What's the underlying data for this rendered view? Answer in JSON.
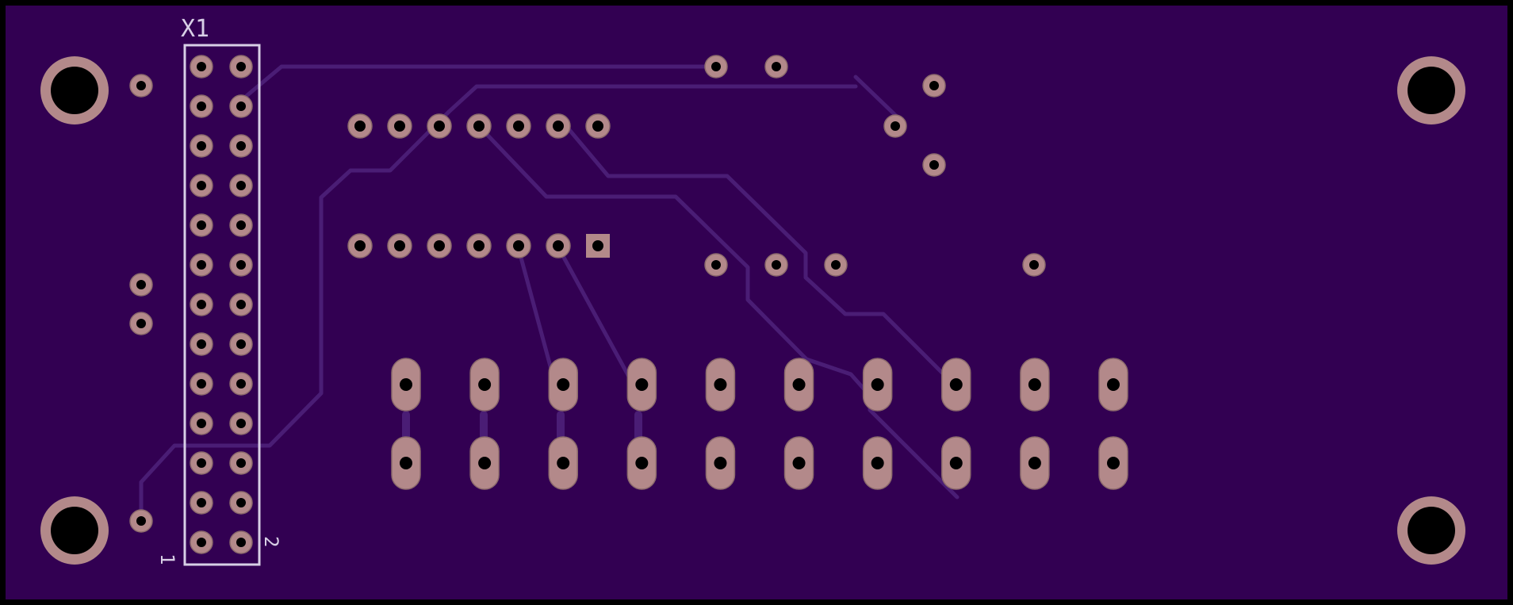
{
  "board": {
    "colors": {
      "outline": "#000000",
      "substrate": "#320052",
      "trace": "#4a1d75",
      "copper": "#b3898a",
      "drill": "#000000",
      "silkscreen": "#d8cfe6"
    }
  },
  "connector": {
    "designator": "X1",
    "pin_label_left": "1",
    "pin_label_right": "2",
    "pin_pairs": 13
  },
  "ic_header": {
    "pins_per_row": 7,
    "square_pad_note": "pin-1"
  },
  "slots": {
    "columns": 10,
    "rows": 2
  },
  "mounting_holes": 4
}
